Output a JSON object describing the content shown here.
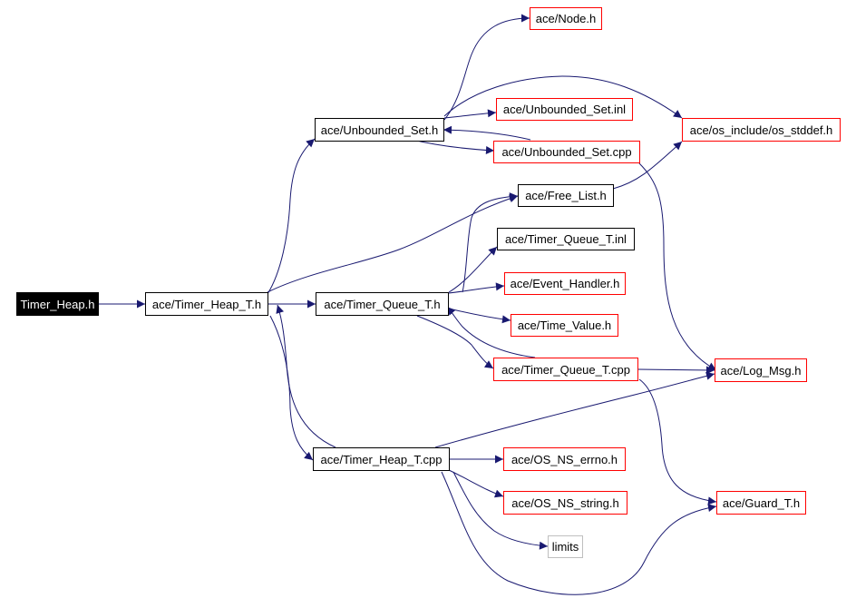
{
  "colors": {
    "edge": "#191970",
    "normal_border": "#000000",
    "missing_border": "#ff0000",
    "external_border": "#bfbfbf",
    "root_fill": "#000000",
    "root_text": "#ffffff"
  },
  "nodes": {
    "timer_heap_h": "Timer_Heap.h",
    "timer_heap_t_h": "ace/Timer_Heap_T.h",
    "unbounded_set_h": "ace/Unbounded_Set.h",
    "node_h": "ace/Node.h",
    "unbounded_set_inl": "ace/Unbounded_Set.inl",
    "unbounded_set_cpp": "ace/Unbounded_Set.cpp",
    "os_stddef_h": "ace/os_include/os_stddef.h",
    "free_list_h": "ace/Free_List.h",
    "timer_queue_t_inl": "ace/Timer_Queue_T.inl",
    "event_handler_h": "ace/Event_Handler.h",
    "timer_queue_t_h": "ace/Timer_Queue_T.h",
    "time_value_h": "ace/Time_Value.h",
    "timer_queue_t_cpp": "ace/Timer_Queue_T.cpp",
    "log_msg_h": "ace/Log_Msg.h",
    "timer_heap_t_cpp": "ace/Timer_Heap_T.cpp",
    "os_ns_errno_h": "ace/OS_NS_errno.h",
    "os_ns_string_h": "ace/OS_NS_string.h",
    "guard_t_h": "ace/Guard_T.h",
    "limits": "limits"
  }
}
